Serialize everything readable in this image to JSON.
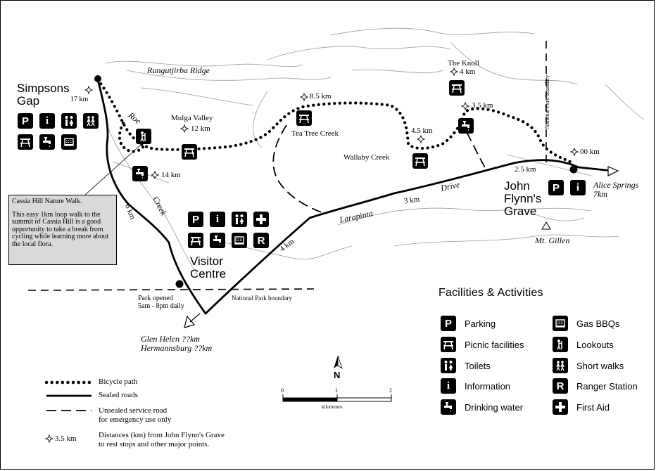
{
  "places": {
    "simpsons_gap": "Simpsons\nGap",
    "rungutjirba": "Rungutjirba  Ridge",
    "mulga_valley": "Mulga Valley",
    "tea_tree_creek": "Tea Tree Creek",
    "wallaby_creek": "Wallaby Creek",
    "the_knoll": "The Knoll",
    "roe": "Roe",
    "creek": "Creek",
    "larapinta": "Larapinta",
    "drive": "Drive",
    "john_flynn": "John\nFlynn's\nGrave",
    "visitor_centre": "Visitor\nCentre",
    "mt_gillen": "Mt. Gillen",
    "alice_springs": "Alice Springs\n7km",
    "glen_helen": "Glen Helen ??km\nHermannsburg ??km",
    "park_opened": "Park opened\n5am - 8pm daily",
    "np_boundary_h": "National Park boundary",
    "np_boundary_v": "National Park boundary"
  },
  "distances": {
    "d17": "17 km",
    "d12": "12 km",
    "d14": "14 km",
    "d85": "8.5 km",
    "d45": "4.5 km",
    "d4": "4 km",
    "d35": "3.5 km",
    "d00": "00 km",
    "road_25": "2.5 km",
    "road_3": "3 km",
    "road_4": "4 km",
    "road_6": "6 km"
  },
  "callout": {
    "title": "Cassia Hill Nature Walk.",
    "body": "This easy 1km loop walk to the summit of Cassia Hill is a good opportunity to take a break from cycling while learning more about the local flora."
  },
  "legend": {
    "title": "Facilities & Activities",
    "facilities": [
      {
        "icon": "parking-icon",
        "label": "Parking"
      },
      {
        "icon": "picnic-icon",
        "label": "Picnic facilities"
      },
      {
        "icon": "toilets-icon",
        "label": "Toilets"
      },
      {
        "icon": "information-icon",
        "label": "Information"
      },
      {
        "icon": "drinking-water-icon",
        "label": "Drinking water"
      },
      {
        "icon": "gas-bbq-icon",
        "label": "Gas BBQs"
      },
      {
        "icon": "lookout-icon",
        "label": "Lookouts"
      },
      {
        "icon": "short-walks-icon",
        "label": "Short walks"
      },
      {
        "icon": "ranger-station-icon",
        "label": "Ranger Station"
      },
      {
        "icon": "first-aid-icon",
        "label": "First Aid"
      }
    ],
    "key": {
      "bicycle": "Bicycle path",
      "sealed": "Sealed roads",
      "unsealed": "Unsealed service road\nfor emergency use only",
      "distance_sample": "3.5 km",
      "distance_desc": "Distances (km) from John Flynn's Grave\nto rest stops and other major points."
    }
  },
  "scale": {
    "ticks": [
      "0",
      "1",
      "2"
    ],
    "unit": "kilometres",
    "north": "N"
  }
}
